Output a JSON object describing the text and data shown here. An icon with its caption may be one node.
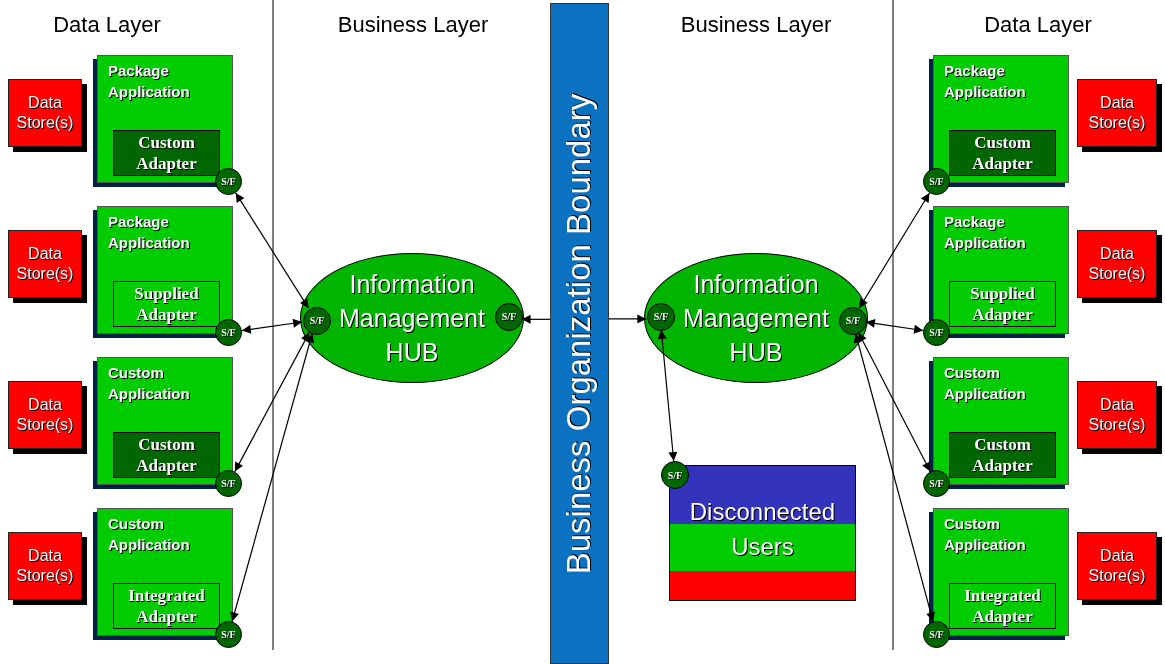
{
  "diagram": {
    "nodes": [
      {
        "text": [
          "Data Store(s)"
        ]
      },
      {
        "text": [
          "Package Application"
        ]
      },
      {
        "text": [
          "Custom Adapter"
        ],
        "in": 1
      },
      {
        "text": [
          "S/F"
        ]
      },
      {
        "text": [
          "Data Store(s)"
        ]
      },
      {
        "text": [
          "Package Application"
        ]
      },
      {
        "text": [
          "Supplied Adapter"
        ],
        "in": 5
      },
      {
        "text": [
          "S/F"
        ]
      },
      {
        "text": [
          "Data Store(s)"
        ]
      },
      {
        "text": [
          "Custom Application"
        ]
      },
      {
        "text": [
          "Custom Adapter"
        ],
        "in": 9
      },
      {
        "text": [
          "S/F"
        ]
      },
      {
        "text": [
          "Data Store(s)"
        ]
      },
      {
        "text": [
          "Custom Application"
        ]
      },
      {
        "text": [
          "Integrated Adapter"
        ],
        "in": 13
      },
      {
        "text": [
          "S/F"
        ]
      },
      {
        "text": [
          "Information Management HUB"
        ]
      },
      {
        "text": [
          "S/F"
        ],
        "in": 16
      },
      {
        "text": [
          "S/F"
        ],
        "in": 16
      },
      {
        "text": [
          "Business Organization Boundary"
        ]
      },
      {
        "text": [
          "Information Management HUB"
        ]
      },
      {
        "text": [
          "S/F"
        ],
        "in": 20
      },
      {
        "text": [
          "S/F"
        ],
        "in": 20
      },
      {
        "text": [
          "S/F"
        ]
      },
      {
        "text": [
          "Disconnected Users"
        ]
      },
      {
        "text": [
          "Package Application"
        ]
      },
      {
        "text": [
          "Custom Adapter"
        ],
        "in": 25
      },
      {
        "text": [
          "S/F"
        ]
      },
      {
        "text": [
          "Data Store(s)"
        ]
      },
      {
        "text": [
          "Package Application"
        ]
      },
      {
        "text": [
          "Supplied Adapter"
        ],
        "in": 29
      },
      {
        "text": [
          "S/F"
        ]
      },
      {
        "text": [
          "Data Store(s)"
        ]
      },
      {
        "text": [
          "Custom Application"
        ]
      },
      {
        "text": [
          "Custom Adapter"
        ],
        "in": 33
      },
      {
        "text": [
          "S/F"
        ]
      },
      {
        "text": [
          "Data Store(s)"
        ]
      },
      {
        "text": [
          "Custom Application"
        ]
      },
      {
        "text": [
          "Integrated Adapter"
        ],
        "in": 37
      },
      {
        "text": [
          "S/F"
        ]
      },
      {
        "text": [
          "Data Store(s)"
        ]
      }
    ],
    "edges": [
      {
        "from": 3,
        "to": 17,
        "arrow": "both"
      },
      {
        "from": 7,
        "to": 17,
        "arrow": "both"
      },
      {
        "from": 11,
        "to": 17,
        "arrow": "both"
      },
      {
        "from": 15,
        "to": 17,
        "arrow": "both"
      },
      {
        "from": 19,
        "to": 18,
        "arrow": "to"
      },
      {
        "from": 19,
        "to": 21,
        "arrow": "to"
      },
      {
        "from": 21,
        "to": 23,
        "arrow": "both"
      },
      {
        "from": 22,
        "to": 27,
        "arrow": "both"
      },
      {
        "from": 22,
        "to": 31,
        "arrow": "both"
      },
      {
        "from": 22,
        "to": 35,
        "arrow": "both"
      },
      {
        "from": 22,
        "to": 39,
        "arrow": "both"
      }
    ],
    "labels": [
      "Data Layer",
      "Business Layer",
      "Business Layer",
      "Data Layer"
    ]
  }
}
